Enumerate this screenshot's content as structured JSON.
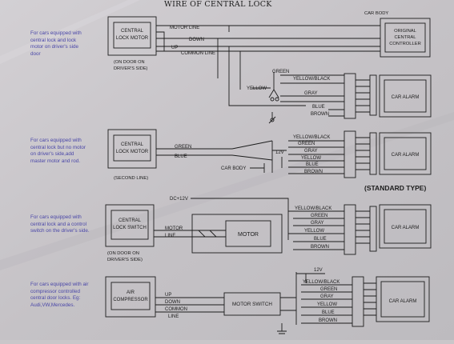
{
  "title": "WIRE OF CENTRAL LOCK",
  "standard_type": "(STANDARD TYPE)",
  "descriptions": [
    "For cars equipped with\ncentral lock and lock\nmotor on driver's side\ndoor",
    "For cars equipped with\ncentral lock but no motor\non driver's side,add\nmaster motor and rod.",
    "For cars equipped with\ncentral lock and a control\nswitch on the driver's side.",
    "For cars equipped with air\ncompressor controlled\ncentral door locks. Eg:\nAudi,VW,Mercedes."
  ],
  "section1": {
    "box": [
      "CENTRAL",
      "LOCK MOTOR"
    ],
    "box_note": [
      "(ON DOOR ON",
      "DRIVER'S SIDE)"
    ],
    "car_body": "CAR BODY",
    "wires": [
      "MOTOR LINE",
      "DOWN",
      "UP",
      "COMMON LINE"
    ],
    "controller": [
      "ORIGINAL",
      "CENTRAL",
      "CONTROLLER"
    ],
    "harness": [
      "GREEN",
      "YELLOW",
      "YELLOW/BLACK",
      "GRAY",
      "BLUE",
      "BROWN"
    ],
    "alarm": "CAR ALARM"
  },
  "section2": {
    "box": [
      "CENTRAL",
      "LOCK MOTOR"
    ],
    "box_note": "(SECOND LINE)",
    "wires": [
      "GREEN",
      "BLUE"
    ],
    "v12": "12V",
    "car_body": "CAR BODY",
    "harness": [
      "YELLOW/BLACK",
      "GREEN",
      "GRAY",
      "YELLOW",
      "BLUE",
      "BROWN"
    ],
    "alarm": "CAR ALARM"
  },
  "section3": {
    "dc": "DC+12V",
    "box": [
      "CENTRAL",
      "LOCK SWITCH"
    ],
    "box_note": [
      "(ON DOOR ON",
      "DRIVER'S SIDE)"
    ],
    "wires": [
      "MOTOR",
      "LINE"
    ],
    "motor": "MOTOR",
    "harness": [
      "YELLOW/BLACK",
      "GREEN",
      "GRAY",
      "YELLOW",
      "BLUE",
      "BROWN"
    ],
    "alarm": "CAR ALARM"
  },
  "section4": {
    "box": [
      "AIR",
      "COMPRESSOR"
    ],
    "wires": [
      "UP",
      "DOWN",
      "COMMON",
      "LINE"
    ],
    "motor_switch": "MOTOR SWITCH",
    "v12": "12V",
    "harness": [
      "YELLOW/BLACK",
      "GREEN",
      "GRAY",
      "YELLOW",
      "BLUE",
      "BROWN"
    ],
    "alarm": "CAR ALARM"
  }
}
